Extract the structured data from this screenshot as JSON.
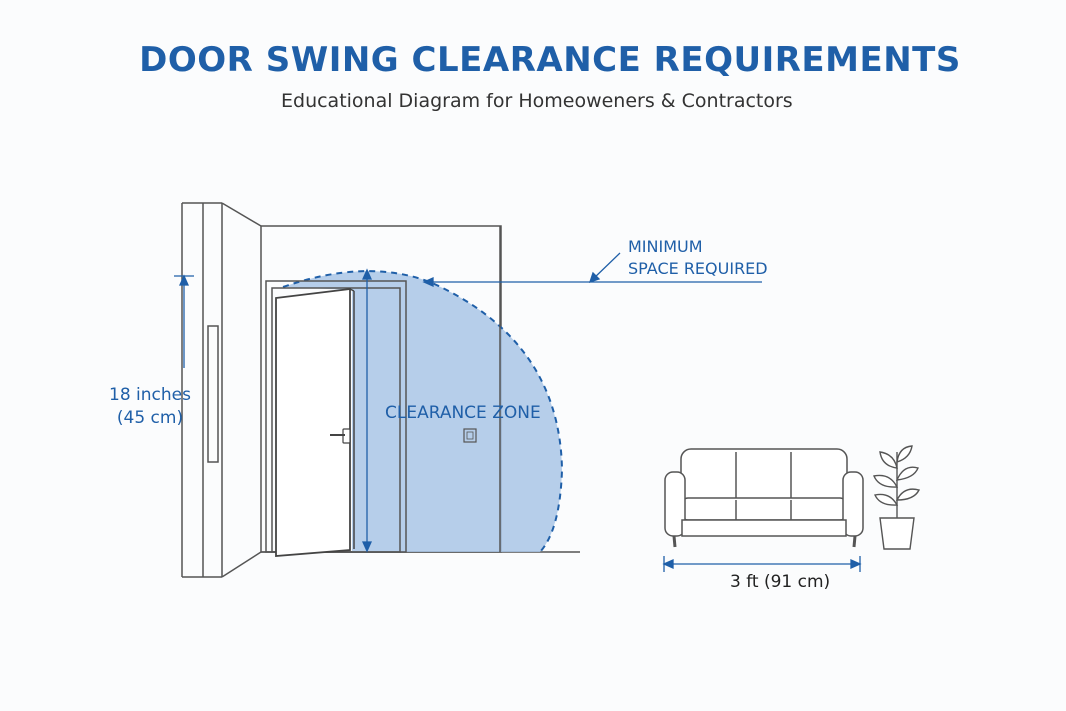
{
  "title": "DOOR SWING CLEARANCE REQUIREMENTS",
  "subtitle": "Educational Diagram for Homeoweners & Contractors",
  "labels": {
    "side_dimension_line1": "18 inches",
    "side_dimension_line2": "(45 cm)",
    "minimum_space_line1": "MINIMUM",
    "minimum_space_line2": "SPACE REQUIRED",
    "clearance_zone": "CLEARANCE ZONE",
    "sofa_dimension": "3 ft (91 cm)"
  },
  "colors": {
    "accent": "#1f5fa8",
    "clearance_fill": "#a9c6e6",
    "line": "#555555"
  },
  "icons": [
    "door",
    "door-handle",
    "wall-outlet",
    "sofa",
    "potted-plant"
  ]
}
